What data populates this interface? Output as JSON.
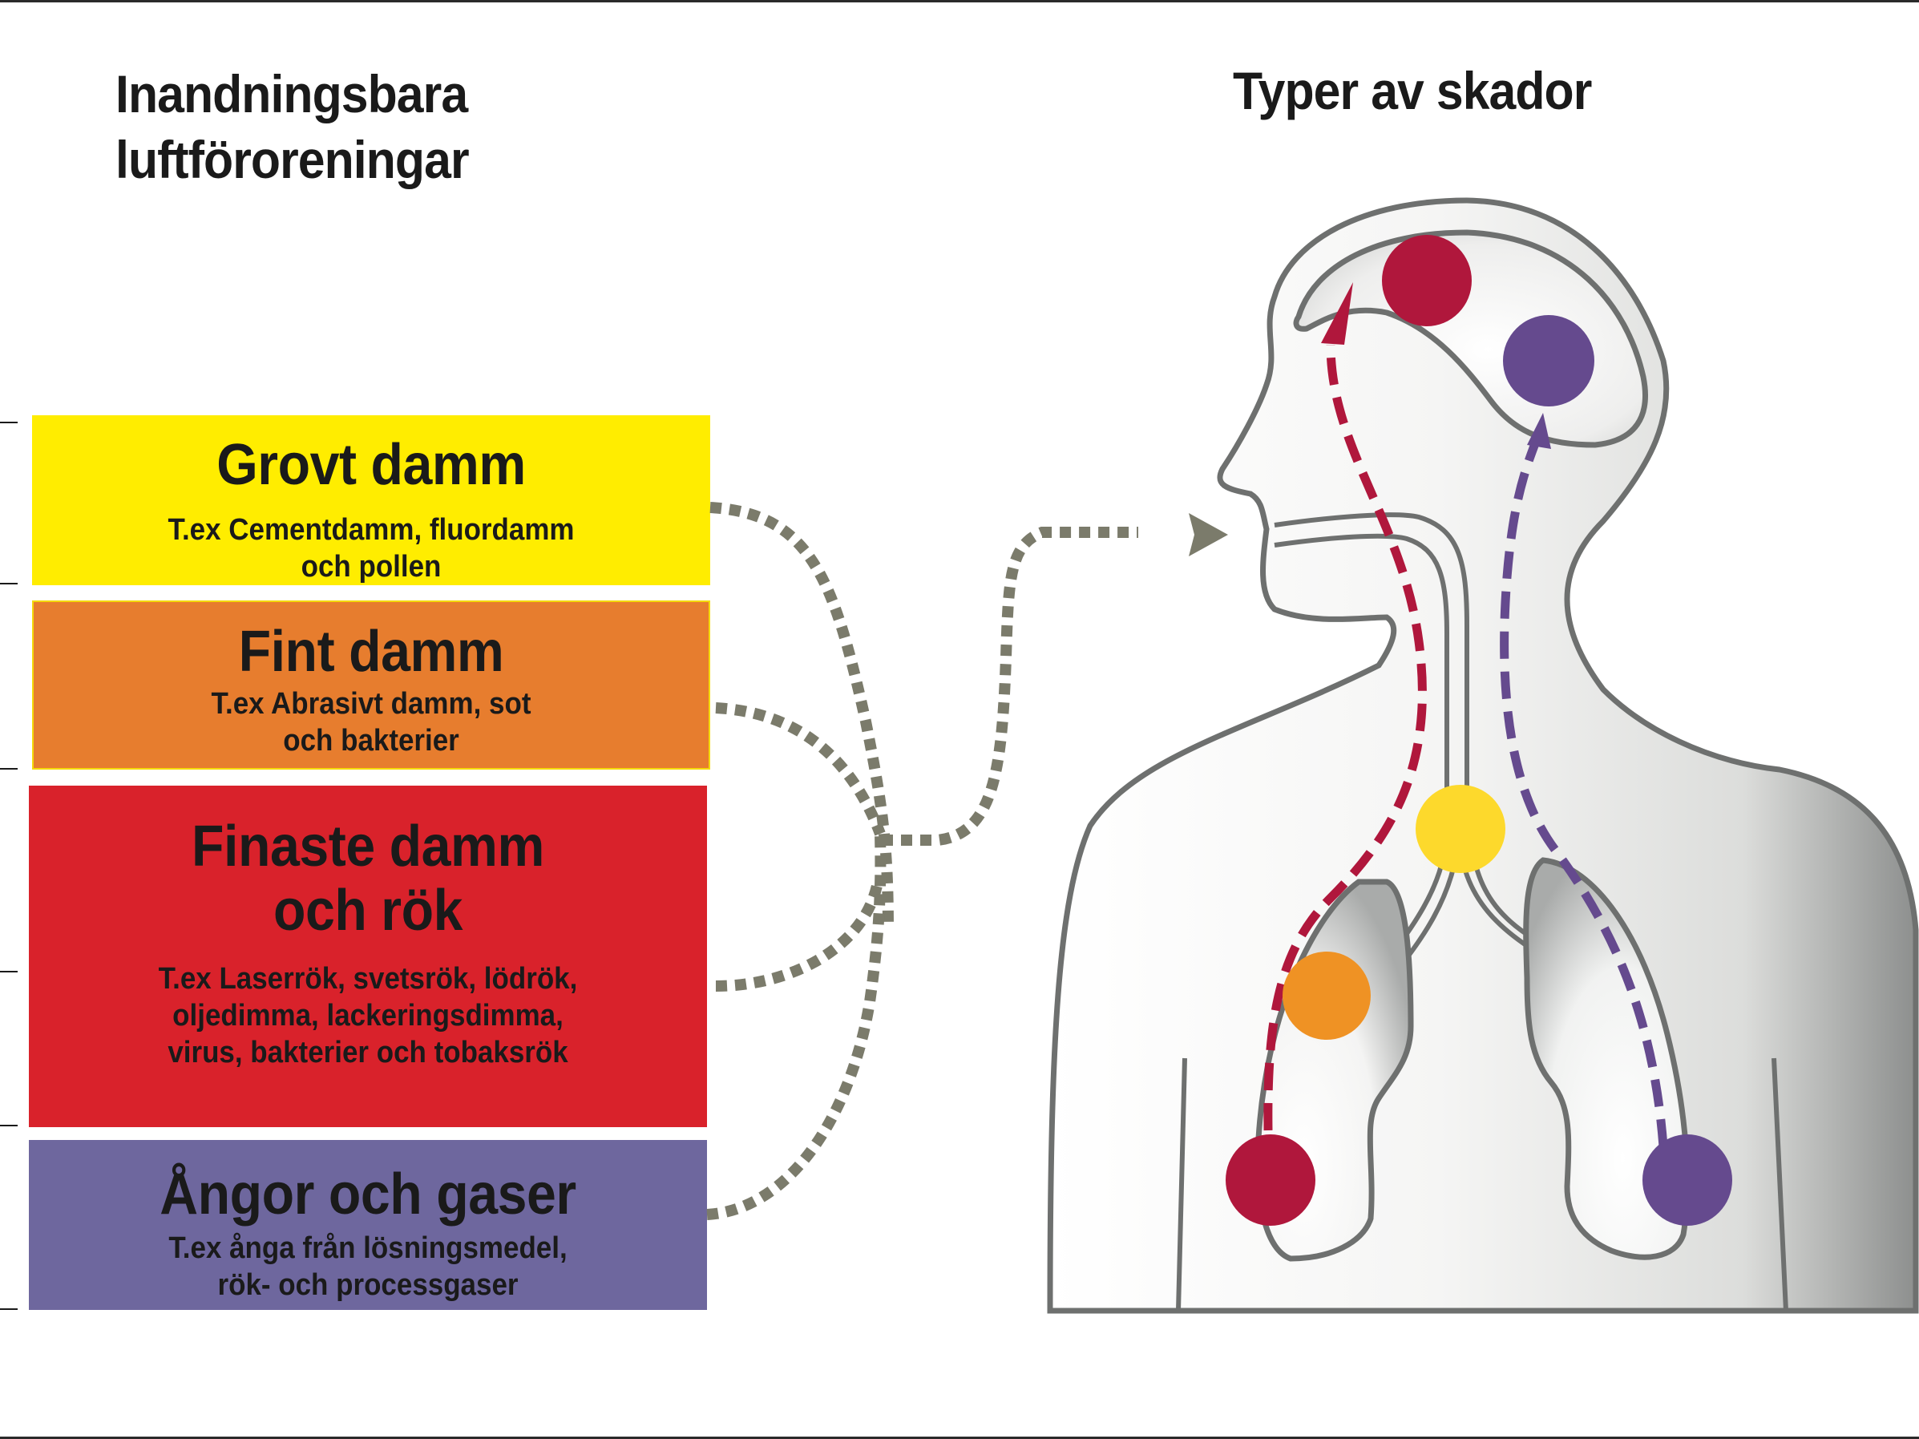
{
  "headings": {
    "left_line1": "Inandningsbara",
    "left_line2": "luftföroreningar",
    "right": "Typer av skador"
  },
  "pollutant_categories": [
    {
      "title": "Grovt damm",
      "description_lines": [
        "T.ex Cementdamm, fluordamm",
        "och pollen"
      ],
      "color": "#ffed00"
    },
    {
      "title": "Fint damm",
      "description_lines": [
        "T.ex Abrasivt damm, sot",
        "och bakterier"
      ],
      "color": "#e77d2e"
    },
    {
      "title_lines": [
        "Finaste damm",
        "och rök"
      ],
      "description_lines": [
        "T.ex Laserrök, svetsrök, lödrök,",
        "oljedimma, lackeringsdimma,",
        "virus, bakterier och tobaksrök"
      ],
      "color": "#d9222b"
    },
    {
      "title": "Ångor och gaser",
      "description_lines": [
        "T.ex ånga från lösningsmedel,",
        "rök- och processgaser"
      ],
      "color": "#6e679e"
    }
  ],
  "colors": {
    "connector": "#7b7b6b",
    "body_outline": "#6e706f",
    "damage_red": "#b0173c",
    "damage_purple": "#654a8e",
    "damage_yellow": "#fdd92c",
    "damage_orange": "#ef9224"
  },
  "damage_markers": [
    {
      "name": "brain-red",
      "color_key": "damage_red"
    },
    {
      "name": "brain-purple",
      "color_key": "damage_purple"
    },
    {
      "name": "airway-yellow",
      "color_key": "damage_yellow"
    },
    {
      "name": "bronchi-orange",
      "color_key": "damage_orange"
    },
    {
      "name": "lung-left-red",
      "color_key": "damage_red"
    },
    {
      "name": "lung-right-purple",
      "color_key": "damage_purple"
    }
  ]
}
